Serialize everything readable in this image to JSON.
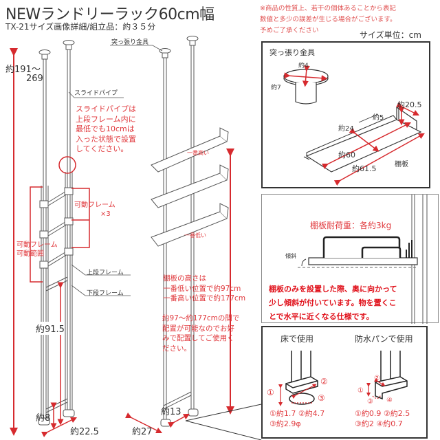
{
  "header": {
    "title": "NEWランドリーラック60cm幅",
    "subtitle": "TX-21サイズ画像詳細/組立品：約３５分",
    "notice_lines": [
      "※商品の性質上、若干の個体あることから表記",
      "数値と多少の誤差が生じる場合がございます。",
      "予めご了承ください"
    ],
    "unit": "サイズ単位：cm"
  },
  "left_figure": {
    "height_label_1": "約191～",
    "height_label_2": "269",
    "slide_pipe_label": "スライドパイプ",
    "slide_pipe_note": [
      "スライドパイプは",
      "上段フレーム内に",
      "最低でも10cmは",
      "入った状態で設置",
      "してください。"
    ],
    "movable_frame_label": "可動フレーム",
    "movable_frame_count": "×3",
    "movable_range_label_1": "可動フレーム",
    "movable_range_label_2": "可動範囲",
    "upper_frame_label": "上段フレーム",
    "lower_frame_label": "下段フレーム",
    "lower_height": "約91.5",
    "foot_height": "約8",
    "depth": "約22.5"
  },
  "middle_figure": {
    "tension_fitting_label": "突っ張り金具",
    "highest_label": "一番高い",
    "lowest_label": "一番低い",
    "shelf_height_note": [
      "棚板の高さは",
      "一番低い位置で約97cm",
      "一番高い位置で約177cm"
    ],
    "placement_note": [
      "約97～約177cmの間で",
      "配置が可能なのでお好",
      "みで配置してご使用く",
      "ださい。"
    ],
    "width_label": "約27",
    "foot_spacing": "約13"
  },
  "detail_panel_top": {
    "fitting_title": "突っ張り金具",
    "fitting_w": "約4",
    "fitting_l": "約7",
    "shelf_d": "約20.5",
    "shelf_h": "約5",
    "shelf_inner_d": "約24",
    "shelf_inner_w": "約60",
    "shelf_w": "約61.5",
    "shelf_label": "棚板"
  },
  "detail_panel_mid": {
    "load_label": "棚板耐荷重：各約3kg",
    "tilt_label": "傾斜",
    "tilt_note": [
      "棚板のみを設置した際、奥に向かって",
      "少し傾斜が付いています。物を置くこ",
      "とで水平に近くなる仕様です。"
    ]
  },
  "detail_panel_bottom": {
    "floor_title": "床で使用",
    "pan_title": "防水パンで使用",
    "floor_dims": [
      "①約1.7 ②約4.7",
      "③約2.9φ"
    ],
    "pan_dims": [
      "①約0.9 ②約2.5",
      "③約2 ④約0.7"
    ],
    "markers": [
      "①",
      "②",
      "③",
      "④"
    ]
  },
  "colors": {
    "accent_red": "#e0383c",
    "line_gray": "#555555",
    "text": "#333333"
  }
}
